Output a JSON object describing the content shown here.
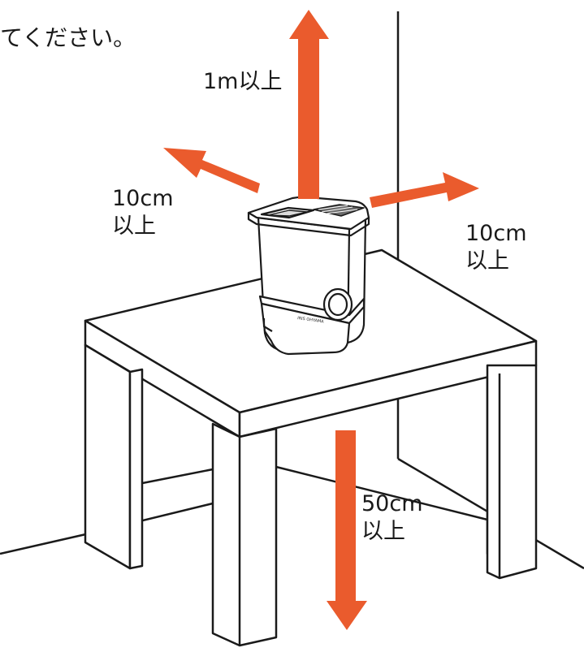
{
  "caption": "てください。",
  "labels": {
    "top": "1m以上",
    "left": {
      "line1": "10cm",
      "line2": "以上"
    },
    "right": {
      "line1": "10cm",
      "line2": "以上"
    },
    "bottom": {
      "line1": "50cm",
      "line2": "以上"
    }
  },
  "device": {
    "brand": "IRIS OHYAMA"
  },
  "colors": {
    "arrow": "#ea5b2d",
    "line": "#1a1a1a",
    "fill": "#ffffff",
    "shade": "#6b6b6b"
  }
}
